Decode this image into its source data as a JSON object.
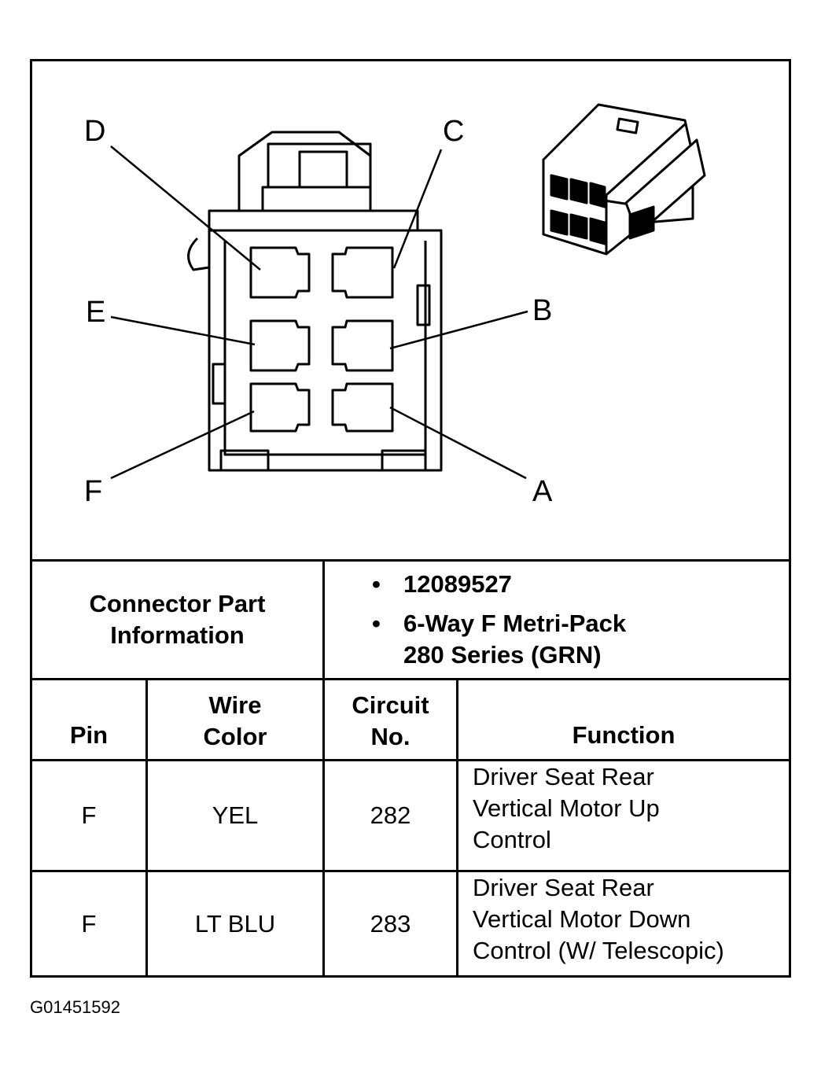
{
  "diagram": {
    "pin_labels": {
      "D": "D",
      "C": "C",
      "E": "E",
      "B": "B",
      "F": "F",
      "A": "A"
    },
    "connector_icon": "connector-3d-icon"
  },
  "connector_info": {
    "label_line1": "Connector Part",
    "label_line2": "Information",
    "bullet": "•",
    "part_number": "12089527",
    "description_line1": "6-Way F Metri-Pack",
    "description_line2": "280 Series (GRN)"
  },
  "table": {
    "headers": {
      "pin": "Pin",
      "wire_color_line1": "Wire",
      "wire_color_line2": "Color",
      "circuit_line1": "Circuit",
      "circuit_line2": "No.",
      "function": "Function"
    },
    "rows": [
      {
        "pin": "F",
        "wire_color": "YEL",
        "circuit": "282",
        "function_lines": [
          "Driver Seat Rear",
          "Vertical Motor Up",
          "Control"
        ]
      },
      {
        "pin": "F",
        "wire_color": "LT BLU",
        "circuit": "283",
        "function_lines": [
          "Driver Seat Rear",
          "Vertical Motor Down",
          "Control (W/ Telescopic)"
        ]
      }
    ]
  },
  "figure_id": "G01451592"
}
